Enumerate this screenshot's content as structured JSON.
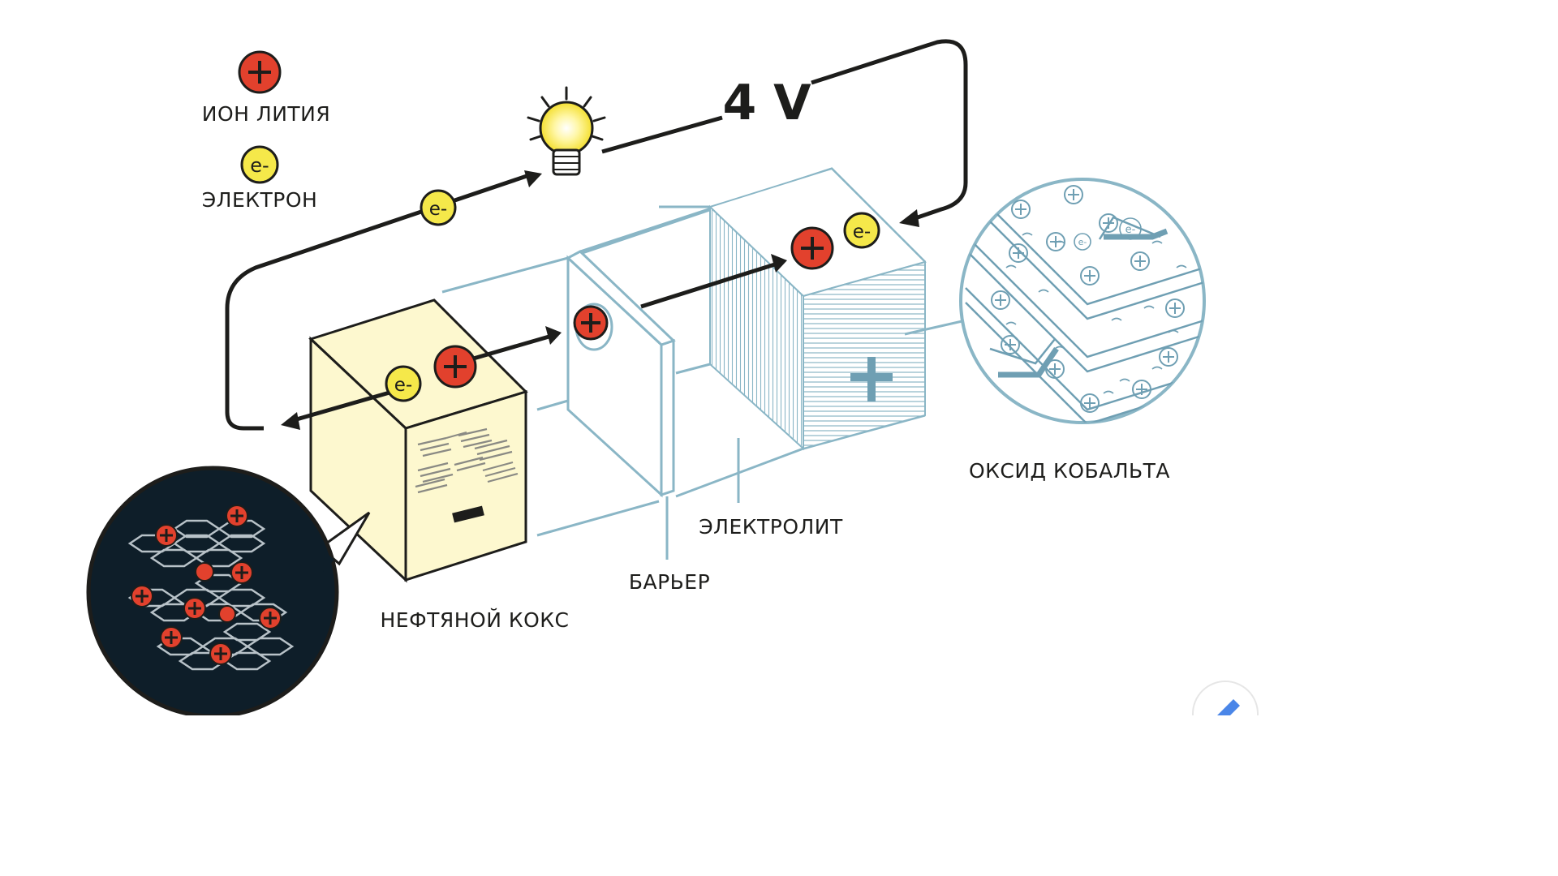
{
  "legend": {
    "ion_label": "ИОН ЛИТИЯ",
    "electron_label": "ЭЛЕКТРОН",
    "electron_symbol": "e-"
  },
  "voltage": "4 V",
  "labels": {
    "anode": "НЕФТЯНОЙ КОКС",
    "barrier": "БАРЬЕР",
    "electrolyte": "ЭЛЕКТРОЛИТ",
    "cathode": "ОКСИД КОБАЛЬТА"
  },
  "colors": {
    "ion_red": "#e2412d",
    "electron_yellow": "#f5e84a",
    "anode_fill": "#fdf8cf",
    "frame_blue": "#8ab6c6",
    "cathode_blue": "#6f9fb3",
    "dark_circle": "#0e1e29",
    "outline": "#1d1d1b"
  }
}
